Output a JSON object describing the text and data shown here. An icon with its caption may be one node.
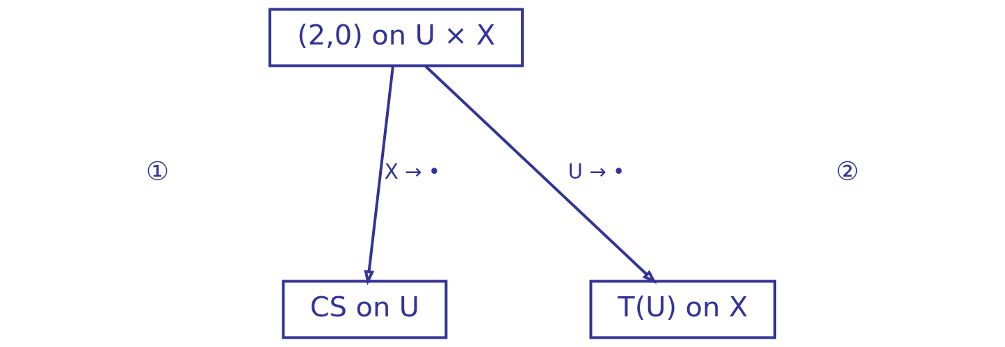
{
  "diagram": {
    "nodes": [
      {
        "text": [
          "(2,0) on U × X"
        ]
      },
      {
        "text": [
          "CS on U"
        ]
      },
      {
        "text": [
          "T(U) on X"
        ]
      }
    ],
    "edges": [
      {
        "from": 0,
        "to": 1,
        "arrow": "to",
        "label": "X → •"
      },
      {
        "from": 0,
        "to": 2,
        "arrow": "to",
        "label": "U → •"
      }
    ],
    "labels": [
      "①",
      "②"
    ]
  }
}
